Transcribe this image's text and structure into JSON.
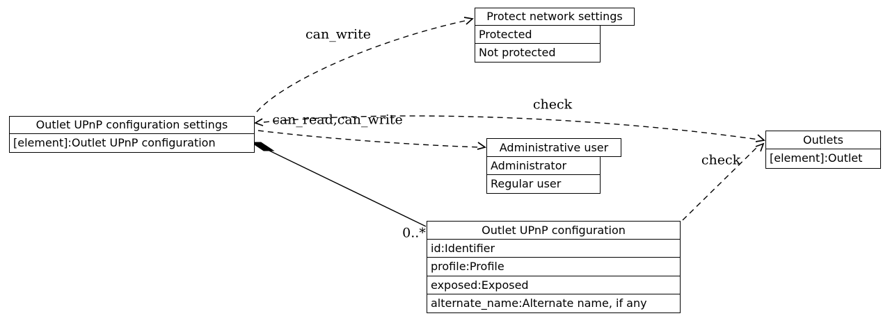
{
  "diagram": {
    "nodes": {
      "settings": {
        "title": "Outlet UPnP configuration settings",
        "rows": [
          "[element]:Outlet UPnP configuration"
        ]
      },
      "protect": {
        "title": "Protect network settings",
        "rows": [
          "Protected",
          "Not protected"
        ]
      },
      "admin": {
        "title": "Administrative user",
        "rows": [
          "Administrator",
          "Regular user"
        ]
      },
      "outlets": {
        "title": "Outlets",
        "rows": [
          "[element]:Outlet"
        ]
      },
      "config": {
        "title": "Outlet UPnP configuration",
        "rows": [
          "id:Identifier",
          "profile:Profile",
          "exposed:Exposed",
          "alternate_name:Alternate name, if any"
        ]
      }
    },
    "edge_labels": {
      "can_write": "can_write",
      "can_read_can_write": "can_read,can_write",
      "check_top": "check",
      "check_bottom": "check",
      "multiplicity": "0..*"
    },
    "colors": {
      "line": "#000000",
      "background": "#ffffff",
      "text": "#000000"
    }
  }
}
